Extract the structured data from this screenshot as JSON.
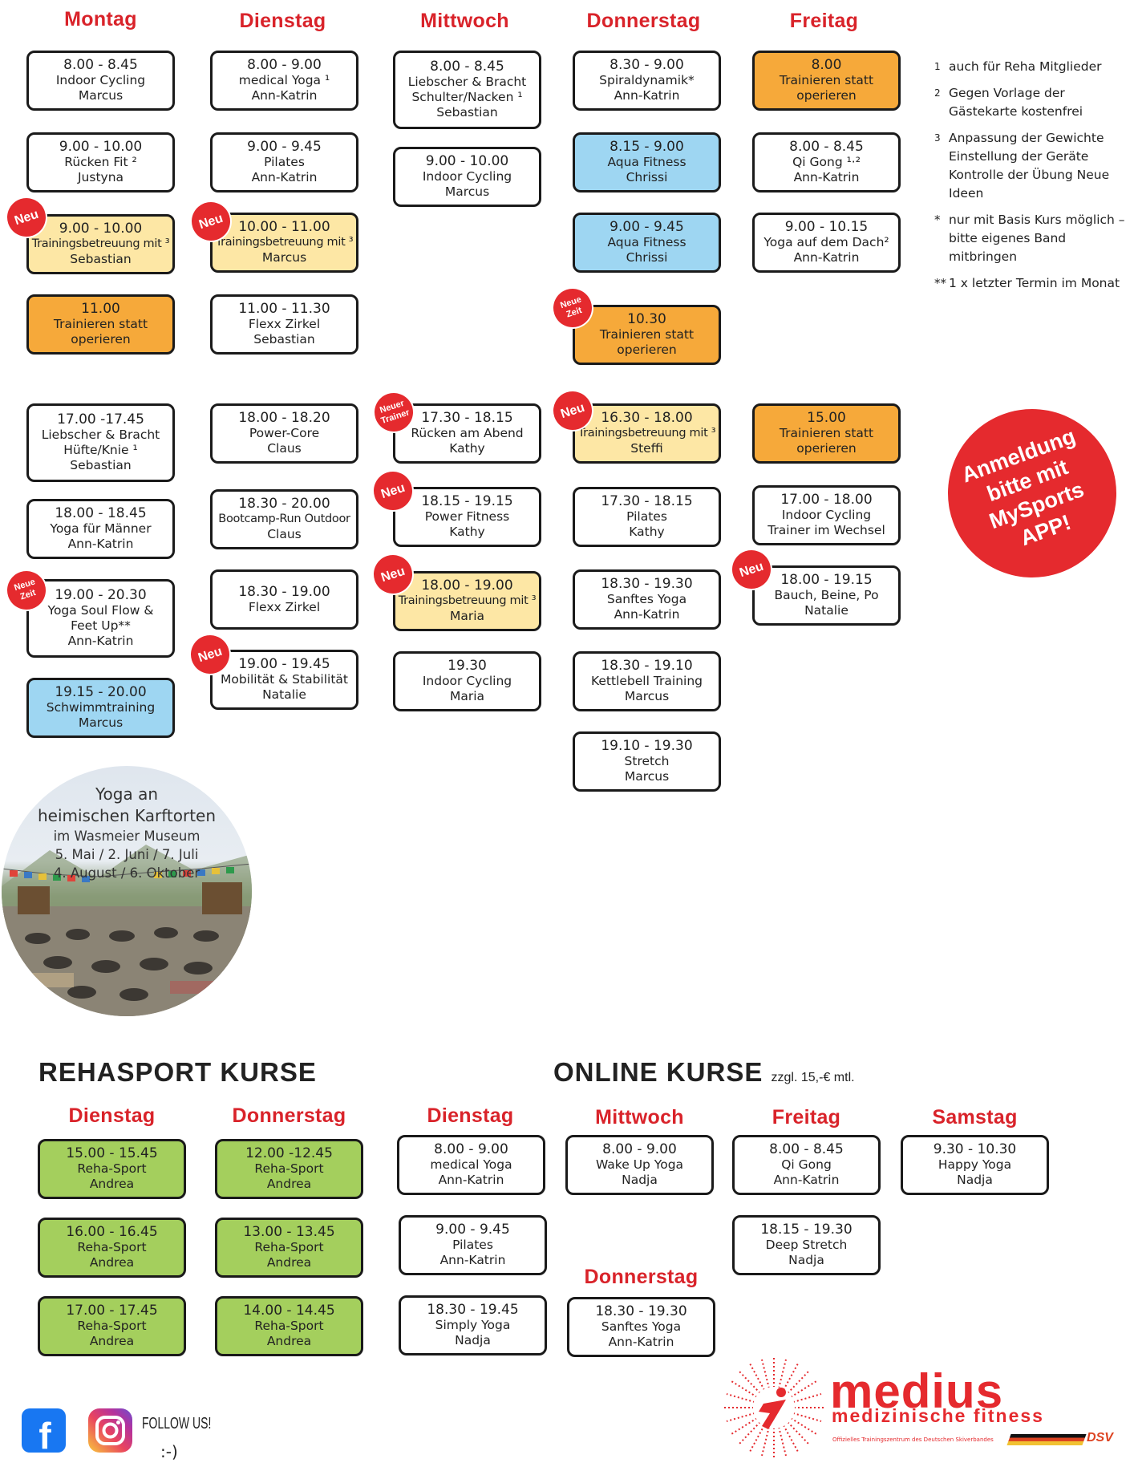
{
  "week": {
    "days": [
      "Montag",
      "Dienstag",
      "Mittwoch",
      "Donnerstag",
      "Freitag"
    ],
    "morning": {
      "mo": [
        {
          "time": "8.00 - 8.45",
          "lines": [
            "Indoor Cycling",
            "Marcus"
          ],
          "color": "white"
        },
        {
          "time": "9.00 - 10.00",
          "lines": [
            "Rücken Fit ²",
            "Justyna"
          ],
          "color": "white"
        },
        {
          "time": "9.00 - 10.00",
          "lines": [
            "Trainingsbetreuung mit ³",
            "Sebastian"
          ],
          "color": "yellow",
          "badge": "Neu"
        },
        {
          "time": "11.00",
          "lines": [
            "Trainieren statt",
            "operieren"
          ],
          "color": "orange"
        }
      ],
      "di": [
        {
          "time": "8.00 - 9.00",
          "lines": [
            "medical Yoga ¹",
            "Ann-Katrin"
          ],
          "color": "white"
        },
        {
          "time": "9.00 - 9.45",
          "lines": [
            "Pilates",
            "Ann-Katrin"
          ],
          "color": "white"
        },
        {
          "time": "10.00 - 11.00",
          "lines": [
            "Trainingsbetreuung mit ³",
            "Marcus"
          ],
          "color": "yellow",
          "badge": "Neu"
        },
        {
          "time": "11.00 - 11.30",
          "lines": [
            "Flexx Zirkel",
            "Sebastian"
          ],
          "color": "white"
        }
      ],
      "mi": [
        {
          "time": "8.00 - 8.45",
          "lines": [
            "Liebscher & Bracht",
            "Schulter/Nacken ¹",
            "Sebastian"
          ],
          "color": "white"
        },
        {
          "time": "9.00 - 10.00",
          "lines": [
            "Indoor Cycling",
            "Marcus"
          ],
          "color": "white"
        }
      ],
      "do": [
        {
          "time": "8.30 - 9.00",
          "lines": [
            "Spiraldynamik*",
            "Ann-Katrin"
          ],
          "color": "white"
        },
        {
          "time": "8.15 - 9.00",
          "lines": [
            "Aqua Fitness",
            "Chrissi"
          ],
          "color": "blue"
        },
        {
          "time": "9.00 - 9.45",
          "lines": [
            "Aqua Fitness",
            "Chrissi"
          ],
          "color": "blue"
        },
        {
          "time": "10.30",
          "lines": [
            "Trainieren statt",
            "operieren"
          ],
          "color": "orange",
          "badge": "Neue Zeit"
        }
      ],
      "fr": [
        {
          "time": "8.00",
          "lines": [
            "Trainieren statt",
            "operieren"
          ],
          "color": "orange"
        },
        {
          "time": "8.00 - 8.45",
          "lines": [
            "Qi Gong ¹·²",
            "Ann-Katrin"
          ],
          "color": "white"
        },
        {
          "time": "9.00 - 10.15",
          "lines": [
            "Yoga auf dem Dach²",
            "Ann-Katrin"
          ],
          "color": "white"
        }
      ]
    },
    "evening": {
      "mo": [
        {
          "time": "17.00 -17.45",
          "lines": [
            "Liebscher & Bracht",
            "Hüfte/Knie ¹",
            "Sebastian"
          ],
          "color": "white"
        },
        {
          "time": "18.00 - 18.45",
          "lines": [
            "Yoga für Männer",
            "Ann-Katrin"
          ],
          "color": "white"
        },
        {
          "time": "19.00 - 20.30",
          "lines": [
            "Yoga Soul Flow &",
            "Feet Up**",
            "Ann-Katrin"
          ],
          "color": "white",
          "badge": "Neue Zeit"
        },
        {
          "time": "19.15 - 20.00",
          "lines": [
            "Schwimmtraining",
            "Marcus"
          ],
          "color": "blue"
        }
      ],
      "di": [
        {
          "time": "18.00 - 18.20",
          "lines": [
            "Power-Core",
            "Claus"
          ],
          "color": "white"
        },
        {
          "time": "18.30 - 20.00",
          "lines": [
            "Bootcamp-Run Outdoor",
            "Claus"
          ],
          "color": "white"
        },
        {
          "time": "18.30 - 19.00",
          "lines": [
            "Flexx Zirkel"
          ],
          "color": "white"
        },
        {
          "time": "19.00 - 19.45",
          "lines": [
            "Mobilität & Stabilität",
            "Natalie"
          ],
          "color": "white",
          "badge": "Neu"
        }
      ],
      "mi": [
        {
          "time": "17.30 - 18.15",
          "lines": [
            "Rücken am Abend",
            "Kathy"
          ],
          "color": "white",
          "badge": "Neuer Trainer"
        },
        {
          "time": "18.15 - 19.15",
          "lines": [
            "Power Fitness",
            "Kathy"
          ],
          "color": "white",
          "badge": "Neu"
        },
        {
          "time": "18.00 - 19.00",
          "lines": [
            "Trainingsbetreuung mit ³",
            "Maria"
          ],
          "color": "yellow",
          "badge": "Neu"
        },
        {
          "time": "19.30",
          "lines": [
            "Indoor Cycling",
            "Maria"
          ],
          "color": "white"
        }
      ],
      "do": [
        {
          "time": "16.30 - 18.00",
          "lines": [
            "Trainingsbetreuung mit ³",
            "Steffi"
          ],
          "color": "yellow",
          "badge": "Neu"
        },
        {
          "time": "17.30 - 18.15",
          "lines": [
            "Pilates",
            "Kathy"
          ],
          "color": "white"
        },
        {
          "time": "18.30 - 19.30",
          "lines": [
            "Sanftes Yoga",
            "Ann-Katrin"
          ],
          "color": "white"
        },
        {
          "time": "18.30 - 19.10",
          "lines": [
            "Kettlebell Training",
            "Marcus"
          ],
          "color": "white"
        },
        {
          "time": "19.10 - 19.30",
          "lines": [
            "Stretch",
            "Marcus"
          ],
          "color": "white"
        }
      ],
      "fr": [
        {
          "time": "15.00",
          "lines": [
            "Trainieren statt",
            "operieren"
          ],
          "color": "orange"
        },
        {
          "time": "17.00 - 18.00",
          "lines": [
            "Indoor Cycling",
            "Trainer im Wechsel"
          ],
          "color": "white"
        },
        {
          "time": "18.00 - 19.15",
          "lines": [
            "Bauch, Beine, Po",
            "Natalie"
          ],
          "color": "white",
          "badge": "Neu"
        }
      ]
    }
  },
  "notes": [
    {
      "mark": "1",
      "text": "auch für Reha Mitglieder"
    },
    {
      "mark": "2",
      "text": "Gegen Vorlage der Gästekarte kostenfrei"
    },
    {
      "mark": "3",
      "text": "Anpassung der Gewichte Einstellung der Geräte Kontrolle der Übung Neue Ideen"
    },
    {
      "mark": "*",
      "text": "nur mit Basis Kurs möglich – bitte eigenes Band mitbringen"
    },
    {
      "mark": "**",
      "text": "1 x letzter Termin im Monat"
    }
  ],
  "cta": {
    "lines": [
      "Anmeldung",
      "bitte mit",
      "MySports",
      "APP!"
    ]
  },
  "yoga_event": {
    "title": "Yoga an",
    "subtitle": "heimischen Karftorten",
    "location": "im Wasmeier Museum",
    "dates1": "5. Mai / 2. Juni / 7. Juli",
    "dates2": "4. August / 6. Oktober"
  },
  "reha": {
    "title": "REHASPORT KURSE",
    "days": [
      "Dienstag",
      "Donnerstag"
    ],
    "di": [
      {
        "time": "15.00 - 15.45",
        "lines": [
          "Reha-Sport",
          "Andrea"
        ]
      },
      {
        "time": "16.00 - 16.45",
        "lines": [
          "Reha-Sport",
          "Andrea"
        ]
      },
      {
        "time": "17.00 - 17.45",
        "lines": [
          "Reha-Sport",
          "Andrea"
        ]
      }
    ],
    "do": [
      {
        "time": "12.00 -12.45",
        "lines": [
          "Reha-Sport",
          "Andrea"
        ]
      },
      {
        "time": "13.00 - 13.45",
        "lines": [
          "Reha-Sport",
          "Andrea"
        ]
      },
      {
        "time": "14.00 - 14.45",
        "lines": [
          "Reha-Sport",
          "Andrea"
        ]
      }
    ]
  },
  "online": {
    "title": "ONLINE KURSE",
    "price_note": "zzgl. 15,-€ mtl.",
    "days": [
      "Dienstag",
      "Mittwoch",
      "Donnerstag",
      "Freitag",
      "Samstag"
    ],
    "di": [
      {
        "time": "8.00 - 9.00",
        "lines": [
          "medical Yoga",
          "Ann-Katrin"
        ]
      },
      {
        "time": "9.00 - 9.45",
        "lines": [
          "Pilates",
          "Ann-Katrin"
        ]
      },
      {
        "time": "18.30 - 19.45",
        "lines": [
          "Simply Yoga",
          "Nadja"
        ]
      }
    ],
    "mi": [
      {
        "time": "8.00 - 9.00",
        "lines": [
          "Wake Up Yoga",
          "Nadja"
        ]
      }
    ],
    "do": [
      {
        "time": "18.30 - 19.30",
        "lines": [
          "Sanftes Yoga",
          "Ann-Katrin"
        ]
      }
    ],
    "fr": [
      {
        "time": "8.00 - 8.45",
        "lines": [
          "Qi Gong",
          "Ann-Katrin"
        ]
      },
      {
        "time": "18.15 - 19.30",
        "lines": [
          "Deep Stretch",
          "Nadja"
        ]
      }
    ],
    "sa": [
      {
        "time": "9.30 - 10.30",
        "lines": [
          "Happy Yoga",
          "Nadja"
        ]
      }
    ]
  },
  "social": {
    "follow": "FOLLOW US!",
    "smiley": ":-)"
  },
  "brand": {
    "name": "medius",
    "tagline": "medizinische fitness",
    "fine_print": "Offizielles Trainingszentrum des Deutschen Skiverbandes",
    "partner": "DSV",
    "accent": "#e52a2e"
  },
  "colors": {
    "title_red": "#d9232a",
    "orange": "#f6a93a",
    "yellow": "#fde7a5",
    "blue": "#9ed6f2",
    "green": "#a4cf5d"
  }
}
